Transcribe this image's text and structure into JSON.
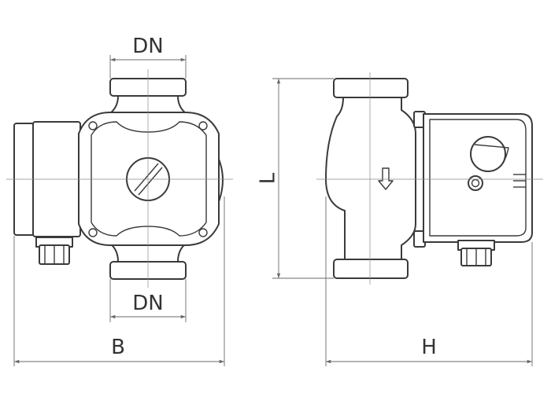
{
  "labels": {
    "dn_top": "DN",
    "dn_bottom": "DN",
    "length": "L",
    "width": "B",
    "height": "H"
  },
  "colors": {
    "line": "#3a3a3a",
    "dimension": "#6a6a6a",
    "text": "#333333",
    "background": "#ffffff"
  }
}
